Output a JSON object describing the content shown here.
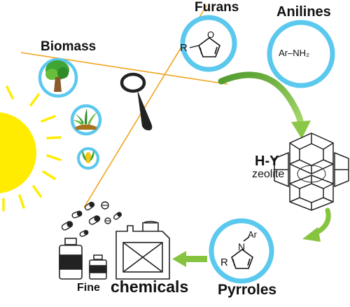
{
  "labels": {
    "biomass": "Biomass",
    "furans": "Furans",
    "anilines": "Anilines",
    "catalyst": "H-Y",
    "catalyst_sub": "zeolite",
    "pyrroles": "Pyrroles",
    "fine": "Fine",
    "chemicals": "chemicals"
  },
  "molecules": {
    "furan_substituent": "R",
    "furan_heteroatom": "O",
    "aniline_formula": "Ar–NH₂",
    "pyrrole_aryl": "Ar",
    "pyrrole_heteroatom": "N",
    "pyrrole_substituent": "R"
  },
  "biomass_icons": [
    "tree-icon",
    "grass-icon",
    "corn-icon"
  ],
  "colors": {
    "circle_ring": "#5bc8ee",
    "sun": "#ffec00",
    "line": "#f0a51e",
    "arrow": "#86c440",
    "ink": "#111111"
  }
}
